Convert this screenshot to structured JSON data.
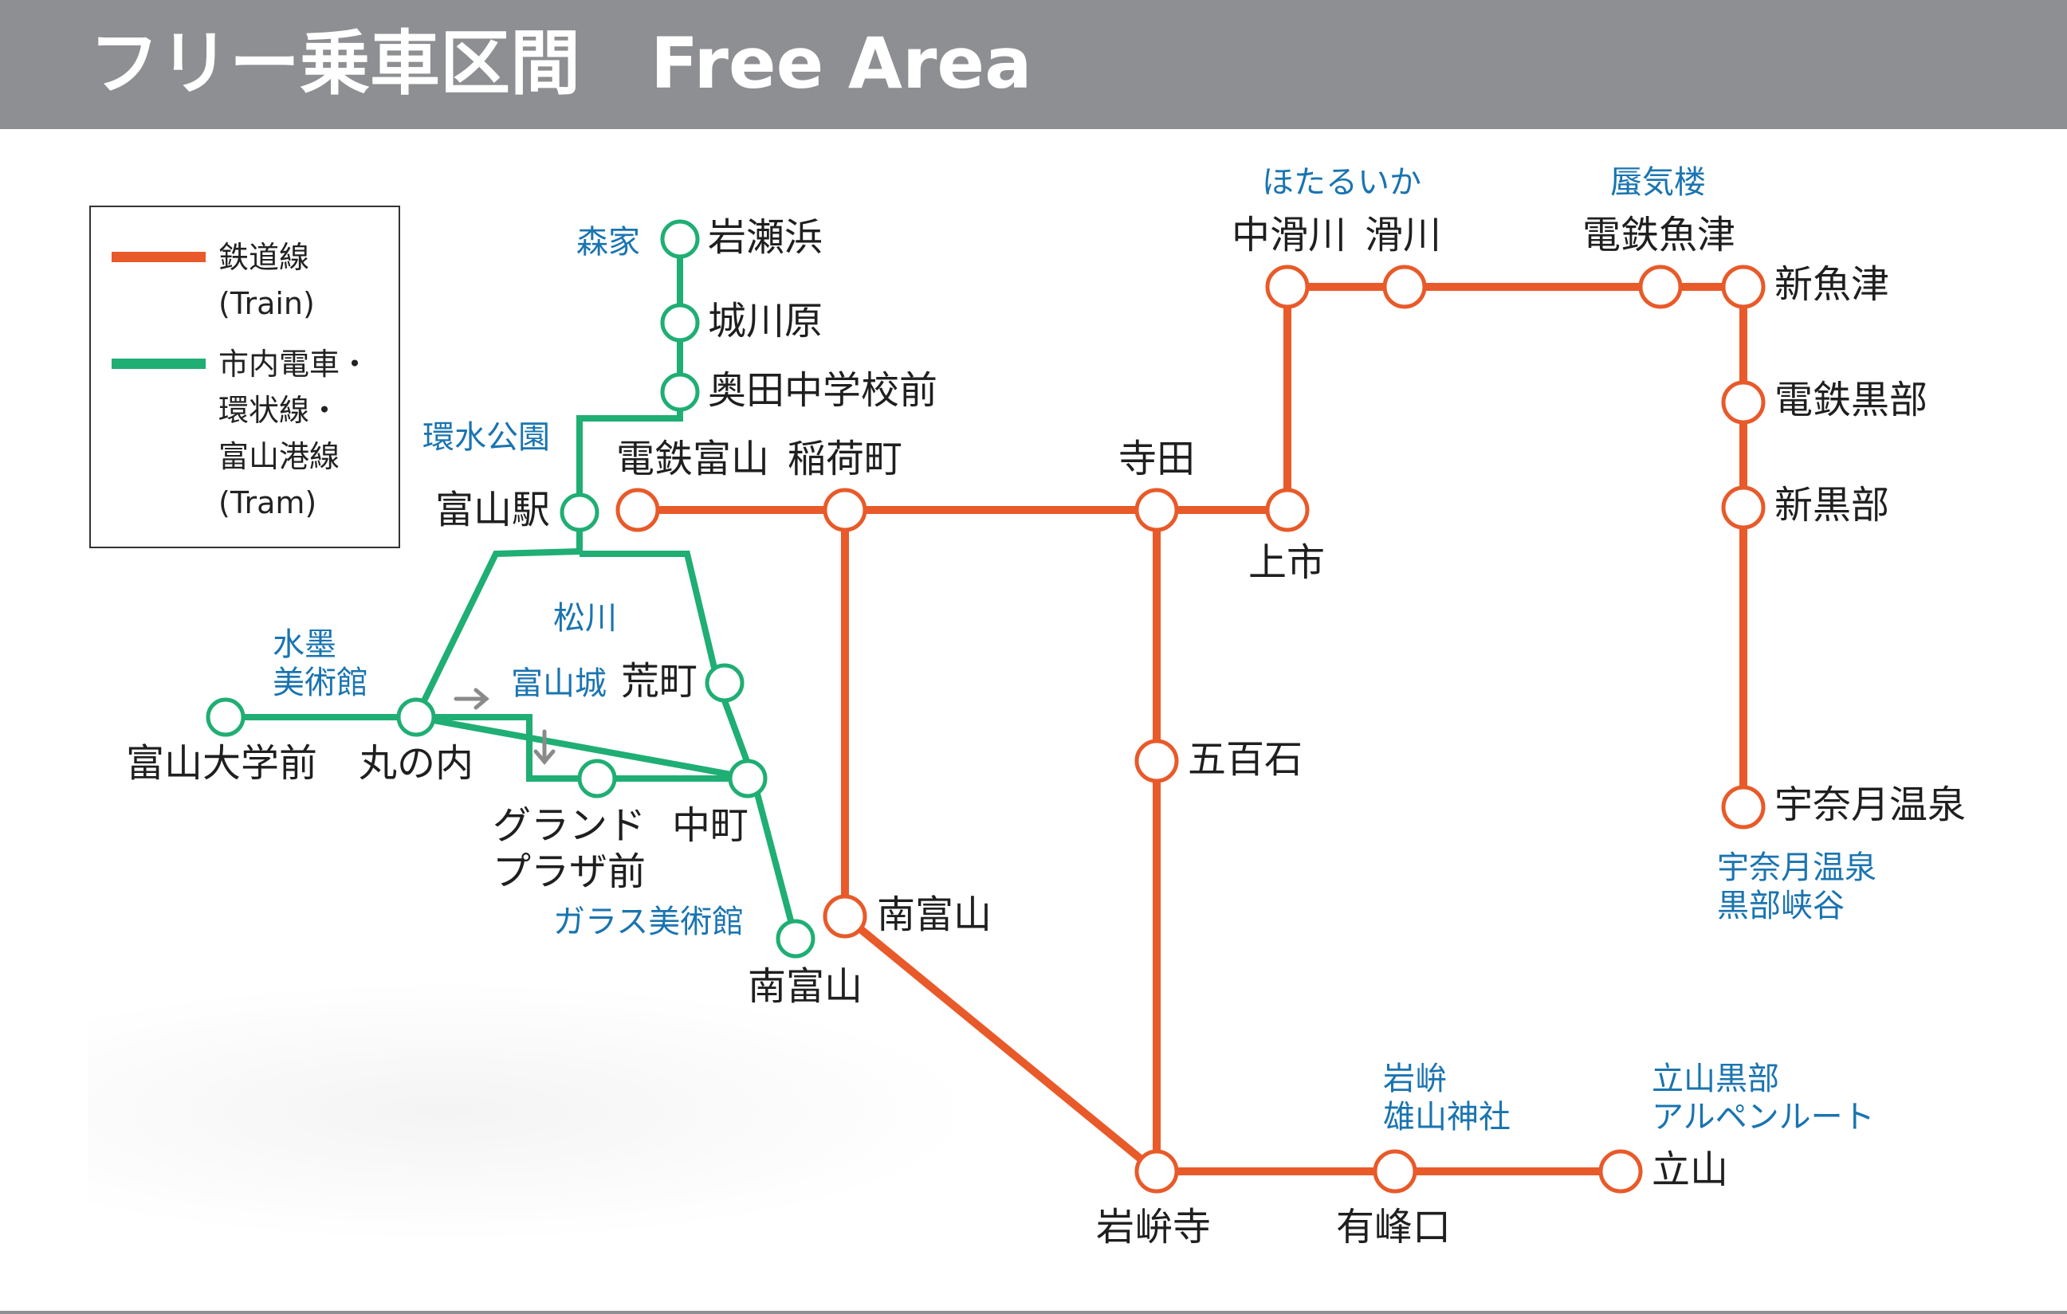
{
  "header": {
    "title": "フリー乗車区間　Free Area"
  },
  "colors": {
    "train": "#e85a29",
    "tram": "#1fae73",
    "poi": "#1a74b0",
    "header_bg": "#8e8f92"
  },
  "legend": {
    "train_label": "鉄道線\n(Train)",
    "tram_label": "市内電車・\n環状線・\n富山港線\n(Tram)"
  },
  "stations": {
    "iwasehama": "岩瀬浜",
    "jokawara": "城川原",
    "okuda": "奥田中学校前",
    "toyama_sta": "富山駅",
    "dentetsu_toyama": "電鉄富山",
    "inarimachi": "稲荷町",
    "terada": "寺田",
    "kamiichi": "上市",
    "nakanamerikawa": "中滑川",
    "namerikawa": "滑川",
    "dentetsu_uozu": "電鉄魚津",
    "shin_uozu": "新魚津",
    "dentetsu_kurobe": "電鉄黒部",
    "shin_kurobe": "新黒部",
    "unazuki": "宇奈月温泉",
    "gohyakkoku": "五百石",
    "minami_toyama_train": "南富山",
    "iwakuraji": "岩峅寺",
    "arimineguchi": "有峰口",
    "tateyama": "立山",
    "aramachi": "荒町",
    "nakamachi": "中町",
    "grand_plaza": "グランド\nプラザ前",
    "marunouchi": "丸の内",
    "toyama_univ": "富山大学前",
    "minami_toyama_tram": "南富山"
  },
  "poi": {
    "moriya": "森家",
    "kansui": "環水公園",
    "matsukawa": "松川",
    "toyama_castle": "富山城",
    "suiboku": "水墨\n美術館",
    "glass": "ガラス美術館",
    "hotaruika": "ほたるいか",
    "shinkiro": "蜃気楼",
    "unazuki_kurobe": "宇奈月温泉\n黒部峡谷",
    "oyama_shrine": "岩峅\n雄山神社",
    "alpine_route": "立山黒部\nアルペンルート"
  },
  "icons": {
    "direction_right": "arrow-right-icon",
    "direction_down": "arrow-down-icon"
  }
}
